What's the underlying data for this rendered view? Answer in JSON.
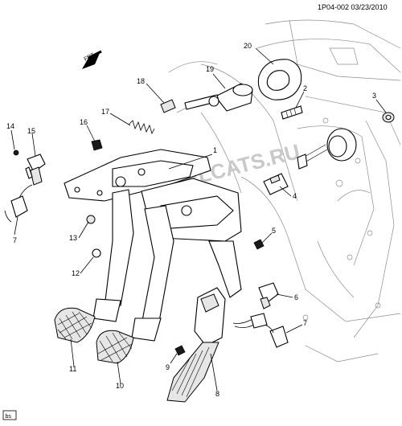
{
  "header": {
    "code_date": "1P04-002  03/23/2010"
  },
  "watermark": "ELCATS.RU",
  "front_arrow_label": "FRT",
  "corner_tag": "bs",
  "callouts": [
    {
      "id": "callout-20",
      "label": "20"
    },
    {
      "id": "callout-19",
      "label": "19"
    },
    {
      "id": "callout-18",
      "label": "18"
    },
    {
      "id": "callout-2",
      "label": "2"
    },
    {
      "id": "callout-3",
      "label": "3"
    },
    {
      "id": "callout-17",
      "label": "17"
    },
    {
      "id": "callout-16",
      "label": "16"
    },
    {
      "id": "callout-14",
      "label": "14"
    },
    {
      "id": "callout-15",
      "label": "15"
    },
    {
      "id": "callout-1",
      "label": "1"
    },
    {
      "id": "callout-4",
      "label": "4"
    },
    {
      "id": "callout-7a",
      "label": "7"
    },
    {
      "id": "callout-13",
      "label": "13"
    },
    {
      "id": "callout-5",
      "label": "5"
    },
    {
      "id": "callout-12",
      "label": "12"
    },
    {
      "id": "callout-6",
      "label": "6"
    },
    {
      "id": "callout-7b",
      "label": "7"
    },
    {
      "id": "callout-11",
      "label": "11"
    },
    {
      "id": "callout-10",
      "label": "10"
    },
    {
      "id": "callout-9",
      "label": "9"
    },
    {
      "id": "callout-8",
      "label": "8"
    }
  ]
}
